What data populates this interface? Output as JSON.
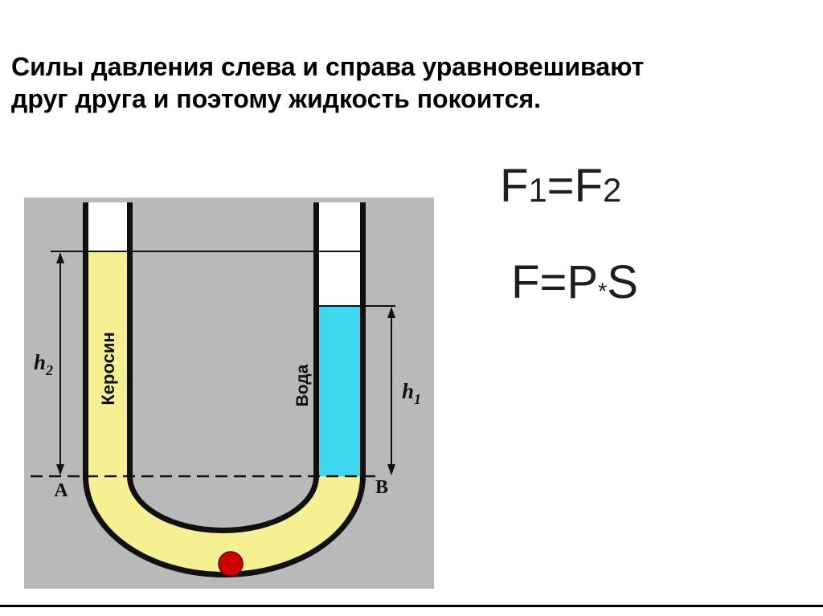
{
  "title": {
    "line1": "Силы давления слева и справа уравновешивают",
    "line2": "друг друга и поэтому жидкость покоится."
  },
  "formulas": {
    "force_equality": {
      "lhs": "F",
      "lhs_sub": "1",
      "eq": "=",
      "rhs": "F",
      "rhs_sub": "2"
    },
    "force_pressure": {
      "f": "F",
      "eq": "=",
      "p": "P",
      "star": "*",
      "s": "S"
    }
  },
  "diagram": {
    "kerosene_label": "Керосин",
    "water_label": "Вода",
    "height_left": {
      "symbol": "h",
      "sub": "2"
    },
    "height_right": {
      "symbol": "h",
      "sub": "1"
    },
    "point_a": "A",
    "point_b": "B",
    "colors": {
      "background": "#b9b9b9",
      "kerosene": "#f5f192",
      "water": "#3ed7f0",
      "ball": "#d10000",
      "outline": "#101010"
    }
  }
}
